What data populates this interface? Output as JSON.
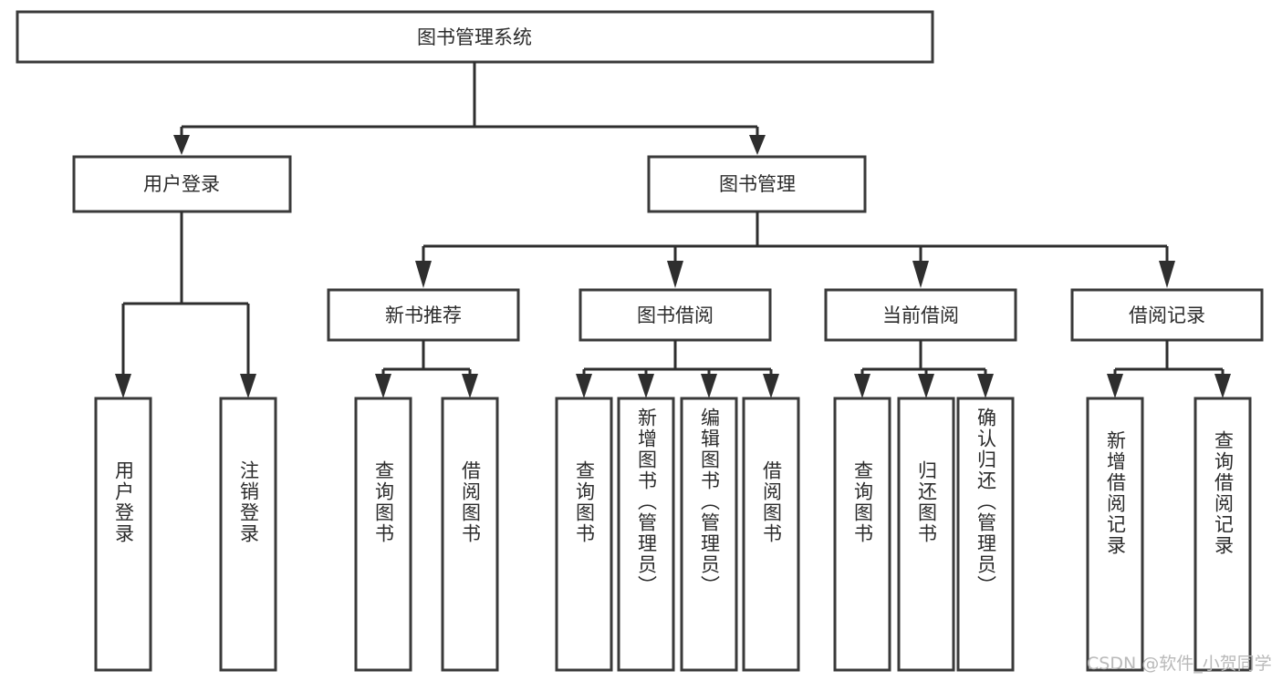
{
  "diagram": {
    "title": "图书管理系统",
    "type": "tree-hierarchy-chart",
    "root": {
      "label": "图书管理系统"
    },
    "level2": [
      {
        "label": "用户登录"
      },
      {
        "label": "图书管理"
      }
    ],
    "level3": [
      {
        "label": "新书推荐"
      },
      {
        "label": "图书借阅"
      },
      {
        "label": "当前借阅"
      },
      {
        "label": "借阅记录"
      }
    ],
    "leaves": [
      {
        "label": "用户登录",
        "parent": "用户登录"
      },
      {
        "label": "注销登录",
        "parent": "用户登录"
      },
      {
        "label": "查询图书",
        "parent": "新书推荐"
      },
      {
        "label": "借阅图书",
        "parent": "新书推荐"
      },
      {
        "label": "查询图书",
        "parent": "图书借阅"
      },
      {
        "label": "新增图书（管理员）",
        "parent": "图书借阅"
      },
      {
        "label": "编辑图书（管理员）",
        "parent": "图书借阅"
      },
      {
        "label": "借阅图书",
        "parent": "图书借阅"
      },
      {
        "label": "查询图书",
        "parent": "当前借阅"
      },
      {
        "label": "归还图书",
        "parent": "当前借阅"
      },
      {
        "label": "确认归还（管理员）",
        "parent": "当前借阅"
      },
      {
        "label": "新增借阅记录",
        "parent": "借阅记录"
      },
      {
        "label": "查询借阅记录",
        "parent": "借阅记录"
      }
    ]
  },
  "watermark": {
    "text": "CSDN @软件_小贺同学"
  },
  "colors": {
    "box_stroke": "#3a3a3a",
    "connector": "#2e2e2e",
    "text": "#2b2b2b",
    "background": "#ffffff",
    "watermark": "#b9b9b9"
  }
}
